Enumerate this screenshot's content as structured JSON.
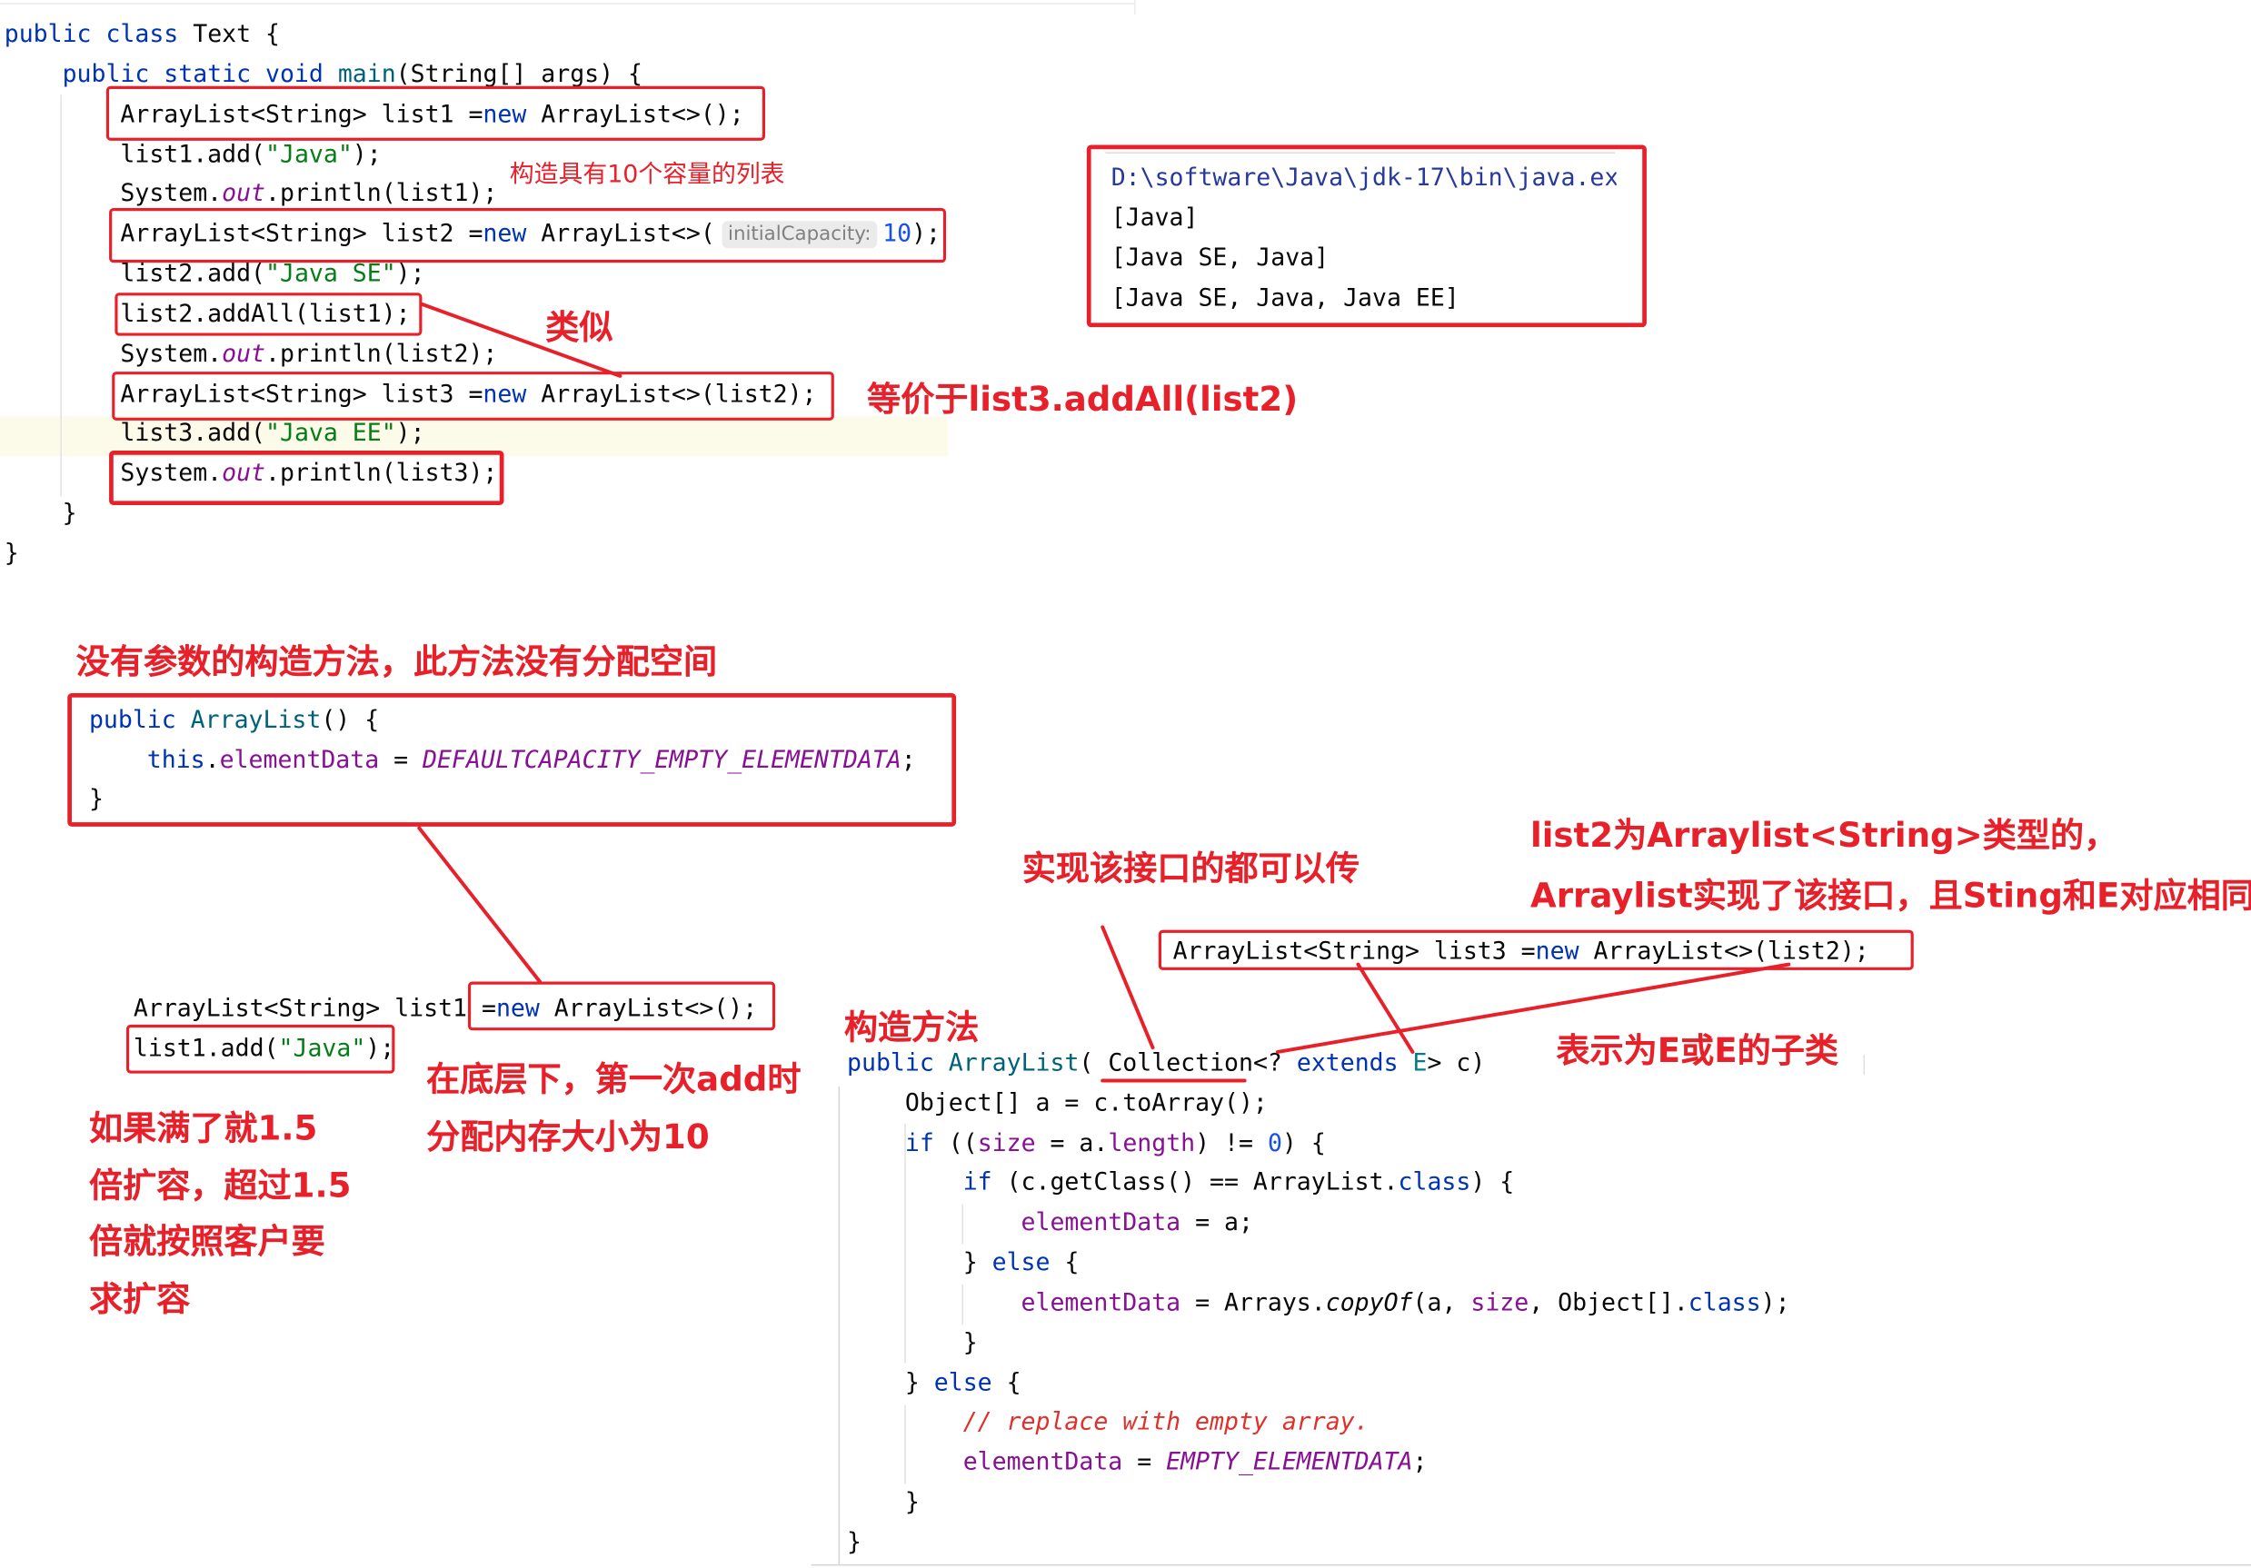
{
  "colors": {
    "annotation": "#e8202a",
    "current_line": "#fcfae8",
    "console_command": "#27399b",
    "hint_background": "#ebebeb"
  },
  "top_code": {
    "lines": [
      {
        "tokens": [
          {
            "t": "public class",
            "c": "#0033b3"
          },
          {
            "t": " Text {"
          }
        ]
      },
      {
        "tokens": [
          {
            "t": "public static void ",
            "c": "#0033b3"
          },
          {
            "t": "main",
            "c": "#00627a"
          },
          {
            "t": "(String[] args) {"
          }
        ]
      },
      {
        "tokens": [
          {
            "t": "ArrayList<String> list1 ="
          },
          {
            "t": "new",
            "c": "#0033b3"
          },
          {
            "t": " ArrayList<>();"
          }
        ]
      },
      {
        "tokens": [
          {
            "t": "list1.add("
          },
          {
            "t": "\"Java\"",
            "c": "#067d17"
          },
          {
            "t": ");"
          }
        ]
      },
      {
        "tokens": [
          {
            "t": "System."
          },
          {
            "t": "out",
            "c": "#871094",
            "i": true
          },
          {
            "t": ".println(list1);"
          }
        ]
      },
      {
        "tokens": [
          {
            "t": "ArrayList<String> list2 ="
          },
          {
            "t": "new",
            "c": "#0033b3"
          },
          {
            "t": " ArrayList<>("
          },
          {
            "t": "initialCapacity:",
            "c": "#808080",
            "hint": true
          },
          {
            "t": "10",
            "c": "#1750eb"
          },
          {
            "t": ");"
          }
        ]
      },
      {
        "tokens": [
          {
            "t": "list2.add("
          },
          {
            "t": "\"Java SE\"",
            "c": "#067d17"
          },
          {
            "t": ");"
          }
        ]
      },
      {
        "tokens": [
          {
            "t": "list2.addAll(list1);"
          }
        ]
      },
      {
        "tokens": [
          {
            "t": "System."
          },
          {
            "t": "out",
            "c": "#871094",
            "i": true
          },
          {
            "t": ".println(list2);"
          }
        ]
      },
      {
        "tokens": [
          {
            "t": "ArrayList<String> list3 ="
          },
          {
            "t": "new",
            "c": "#0033b3"
          },
          {
            "t": " ArrayList<>(list2);"
          }
        ]
      },
      {
        "tokens": [
          {
            "t": "list3.add("
          },
          {
            "t": "\"Java EE\"",
            "c": "#067d17"
          },
          {
            "t": ");"
          }
        ]
      },
      {
        "tokens": [
          {
            "t": "System."
          },
          {
            "t": "out",
            "c": "#871094",
            "i": true
          },
          {
            "t": ".println(list3);"
          }
        ]
      },
      {
        "tokens": [
          {
            "t": "}"
          }
        ]
      },
      {
        "tokens": [
          {
            "t": "}"
          }
        ]
      }
    ]
  },
  "console": {
    "command": "D:\\software\\Java\\jdk-17\\bin\\java.ex",
    "output": [
      "[Java]",
      "[Java SE, Java]",
      "[Java SE, Java, Java EE]"
    ]
  },
  "no_arg_constructor": {
    "lines": [
      {
        "tokens": [
          {
            "t": "public ",
            "c": "#0033b3"
          },
          {
            "t": "ArrayList",
            "c": "#00627a"
          },
          {
            "t": "() {"
          }
        ]
      },
      {
        "tokens": [
          {
            "t": "this",
            "c": "#0033b3"
          },
          {
            "t": "."
          },
          {
            "t": "elementData",
            "c": "#871094"
          },
          {
            "t": " = "
          },
          {
            "t": "DEFAULTCAPACITY_EMPTY_ELEMENTDATA",
            "c": "#871094",
            "i": true
          },
          {
            "t": ";"
          }
        ]
      },
      {
        "tokens": [
          {
            "t": "}"
          }
        ]
      }
    ]
  },
  "lower_left_code": {
    "lines": [
      {
        "tokens": [
          {
            "t": "ArrayList<String> list1 ="
          },
          {
            "t": "new",
            "c": "#0033b3"
          },
          {
            "t": " ArrayList<>();"
          }
        ]
      },
      {
        "tokens": [
          {
            "t": "list1.add("
          },
          {
            "t": "\"Java\"",
            "c": "#067d17"
          },
          {
            "t": ");"
          }
        ]
      }
    ]
  },
  "list3_snippet": {
    "lines": [
      {
        "tokens": [
          {
            "t": "ArrayList<String> list3 ="
          },
          {
            "t": "new",
            "c": "#0033b3"
          },
          {
            "t": " ArrayList<>(list2);"
          }
        ]
      }
    ]
  },
  "collection_constructor": {
    "lines": [
      {
        "tokens": [
          {
            "t": "public ",
            "c": "#0033b3"
          },
          {
            "t": "ArrayList",
            "c": "#00627a"
          },
          {
            "t": "( Collection<? "
          },
          {
            "t": "extends ",
            "c": "#0033b3"
          },
          {
            "t": "E",
            "c": "#007e8a"
          },
          {
            "t": "> c)"
          }
        ]
      },
      {
        "tokens": [
          {
            "t": "Object[] a = c.toArray();"
          }
        ]
      },
      {
        "tokens": [
          {
            "t": "if",
            "c": "#0033b3"
          },
          {
            "t": " (("
          },
          {
            "t": "size",
            "c": "#871094"
          },
          {
            "t": " = a."
          },
          {
            "t": "length",
            "c": "#871094"
          },
          {
            "t": ") != "
          },
          {
            "t": "0",
            "c": "#1750eb"
          },
          {
            "t": ") {"
          }
        ]
      },
      {
        "tokens": [
          {
            "t": "if",
            "c": "#0033b3"
          },
          {
            "t": " (c.getClass() == ArrayList."
          },
          {
            "t": "class",
            "c": "#0033b3"
          },
          {
            "t": ") {"
          }
        ]
      },
      {
        "tokens": [
          {
            "t": "elementData",
            "c": "#871094"
          },
          {
            "t": " = a;"
          }
        ]
      },
      {
        "tokens": [
          {
            "t": "} "
          },
          {
            "t": "else",
            "c": "#0033b3"
          },
          {
            "t": " {"
          }
        ]
      },
      {
        "tokens": [
          {
            "t": "elementData",
            "c": "#871094"
          },
          {
            "t": " = Arrays."
          },
          {
            "t": "copyOf",
            "i": true
          },
          {
            "t": "(a, "
          },
          {
            "t": "size",
            "c": "#871094"
          },
          {
            "t": ", Object[]."
          },
          {
            "t": "class",
            "c": "#0033b3"
          },
          {
            "t": ");"
          }
        ]
      },
      {
        "tokens": [
          {
            "t": "}"
          }
        ]
      },
      {
        "tokens": [
          {
            "t": "} "
          },
          {
            "t": "else",
            "c": "#0033b3"
          },
          {
            "t": " {"
          }
        ]
      },
      {
        "tokens": [
          {
            "t": "// replace with empty array.",
            "c": "#e0302a",
            "i": true
          }
        ]
      },
      {
        "tokens": [
          {
            "t": "elementData",
            "c": "#871094"
          },
          {
            "t": " = "
          },
          {
            "t": "EMPTY_ELEMENTDATA",
            "c": "#871094",
            "i": true
          },
          {
            "t": ";"
          }
        ]
      },
      {
        "tokens": [
          {
            "t": "}"
          }
        ]
      },
      {
        "tokens": [
          {
            "t": "}"
          }
        ]
      }
    ]
  },
  "annotations": {
    "capacity_note": "构造具有10个容量的列表",
    "similar_note": "类似",
    "equivalent_note": "等价于list3.addAll(list2)",
    "no_arg_heading": "没有参数的构造方法，此方法没有分配空间",
    "first_add_note": [
      "在底层下，第一次add时",
      "分配内存大小为10"
    ],
    "growth_note": [
      "如果满了就1.5",
      "倍扩容，超过1.5",
      "倍就按照客户要",
      "求扩容"
    ],
    "interface_note": "实现该接口的都可以传",
    "list2_type_note": [
      "list2为Arraylist<String>类型的，",
      "Arraylist实现了该接口，且Sting和E对应相同"
    ],
    "subclass_note": "表示为E或E的子类",
    "constructor_label": "构造方法"
  }
}
